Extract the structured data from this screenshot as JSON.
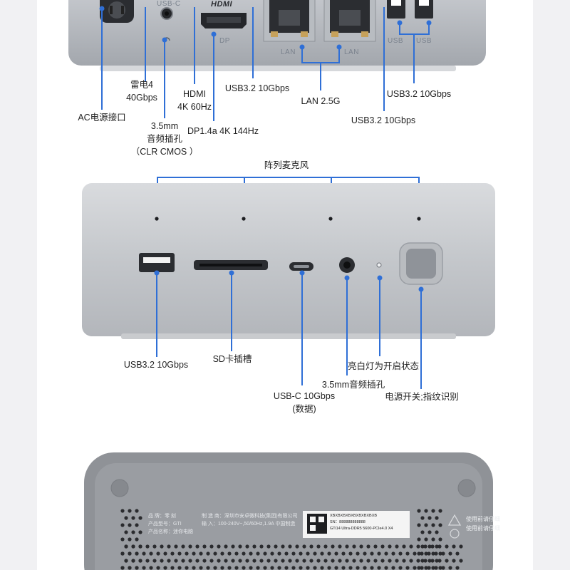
{
  "top_ports": {
    "usbc_port_label": "USB-C",
    "hdmi_logo": "HDMI",
    "dp_label": "DP",
    "lan_port_label": "LAN",
    "usb_port_label": "USB"
  },
  "top_callouts": {
    "ac": "AC电源接口",
    "thunderbolt_line1": "雷电4",
    "thunderbolt_line2": "40Gbps",
    "audio_line1": "3.5mm",
    "audio_line2": "音频插孔",
    "audio_line3": "（CLR CMOS ）",
    "hdmi_line1": "HDMI",
    "hdmi_line2": "4K 60Hz",
    "dp": "DP1.4a 4K 144Hz",
    "usb_left": "USB3.2 10Gbps",
    "lan": "LAN 2.5G",
    "usb_right_top": "USB3.2 10Gbps",
    "usb_right_bottom": "USB3.2 10Gbps"
  },
  "front_callouts": {
    "mic_array": "阵列麦克风",
    "usb_a": "USB3.2 10Gbps",
    "sd": "SD卡插槽",
    "usbc_line1": "USB-C 10Gbps",
    "usbc_line2": "(数据)",
    "audio": "3.5mm音频插孔",
    "led": "亮白灯为开启状态",
    "power": "电源开关;指纹识别"
  },
  "bottom_label": {
    "row1_left_key": "品 牌：",
    "row1_left_val": "零 刻",
    "row2_left_key": "产品型号：",
    "row2_left_val": "GTI",
    "row3_left_key": "产品名称：",
    "row3_left_val": "迷你电脑",
    "row1_right_key": "制 造 商：",
    "row1_right_val": "深圳市安卓微科技(集团)有限公司",
    "row2_right_key": "输   入：",
    "row2_right_val": "100-240V~,50/60Hz,1.9A  中国制造",
    "sticker_code": "XBXBXBXBXBXBXBXBXB",
    "sticker_sn": "SN：888888888888",
    "sticker_model": "GTi14 Ultra-DDR5 5600-PCIe4.0 X4",
    "warning_line1": "使用前请仔细",
    "warning_line2": "使用前请仔细"
  },
  "colors": {
    "accent": "#2f6fd6",
    "metal_light": "#d5d8dc",
    "metal_dark": "#a9adb3",
    "bottom_case": "#8b8e93"
  }
}
